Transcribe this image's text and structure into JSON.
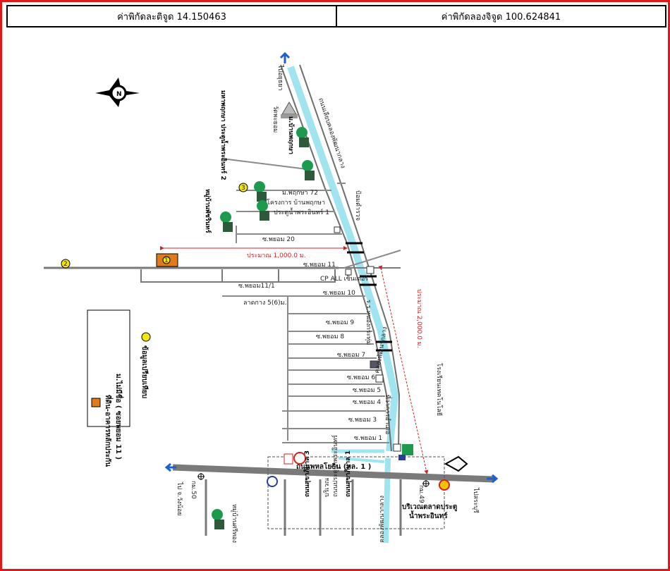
{
  "header": {
    "latitude": "ค่าพิกัดละติจูด 14.150463",
    "longitude": "ค่าพิกัดลองจิจูด 100.624841"
  },
  "roads": {
    "main_highway": "ถนนพหลโยธิน (ทล. 1 )",
    "to_north": "ไปอยุธยา",
    "to_east": "ไปสระบุรี",
    "to_west": "ไป จ.วังน้อย",
    "canal_road": "ถนนเลียบคลองพัฒนากลาง",
    "soi_11": "ซ.พยอม 11",
    "soi_11_1": "ซ.พยอม11/1",
    "soi_10": "ซ.พยอม 10",
    "soi_lad": "ลาดกาง 5(6)ม.",
    "soi_9": "ซ.พยอม 9",
    "soi_8": "ซ.พยอม 8",
    "soi_7": "ซ.พยอม 7",
    "soi_6": "ซ.พยอม 6",
    "soi_5": "ซ.พยอม 5",
    "soi_4": "ซ.พยอม 4",
    "soi_3": "ซ.พยอม 3",
    "soi_1": "ซ.พยอม 1",
    "soi_20": "ซ.พยอม 20",
    "soi_72": "ม.พฤกษา 72",
    "km_50": "กม.50",
    "km_49": "กม.49",
    "sukhaphiban3": "ถนนสุขาภิบาล 3",
    "sukhaphiban1": "ถนนสุขาภิบาล 1",
    "sub_road": "ถนนประตูน้ำพระอินทร์",
    "sub_road_prefix": "บริเวณ",
    "canal": "คลองพัฒนากลาง"
  },
  "places": {
    "pruksa2": "มหาพฤกษา ประตูน้ำพระอินทร์ 2",
    "wat": "วัดพะยอม",
    "ban_pruksa": "ม.บ้านพฤกษา",
    "project": "โครงการ บ้านพฤกษา",
    "project_sub": "ประตูน้ำพระอินทร์ 1",
    "village_patcharin": "หมู่บ้านพัชรินทร์",
    "police": "ป้อมตำรวจ",
    "cp_all": "CP ALL เซ็นเตอร์",
    "school": "ร.ร.หนองกระทุ่ม",
    "temple_office": "ที่ว่าการอำเภอ",
    "market": "บริเวณตลาดประตู",
    "market_2": "น้ำพระอินทร์",
    "hospital": "โรงเรียนเทคโนโลยี",
    "village_w": "หมู่บ้านศรีทอง"
  },
  "distances": {
    "d1000": "ประมาณ 1,000.0 ม.",
    "d2000": "ประมาณ 2,000.0 ม."
  },
  "legend": {
    "title": "ที่ดิน-อาคารหลักประกัน",
    "subtitle": "ม.ไม่มีชื่อ ( ซอยพยอม 11 )",
    "comparable": "ข้อมูลเปรียบเทียบ"
  },
  "markers": {
    "m1": "1",
    "m2": "2",
    "m3": "3"
  },
  "compass": "N",
  "colors": {
    "frame": "#e01818",
    "road": "#7a7a7a",
    "canal": "#9fe4ef",
    "collateral": "#e07a1a",
    "comparable": "#f5e60a",
    "arrow": "#1e5fd1"
  }
}
